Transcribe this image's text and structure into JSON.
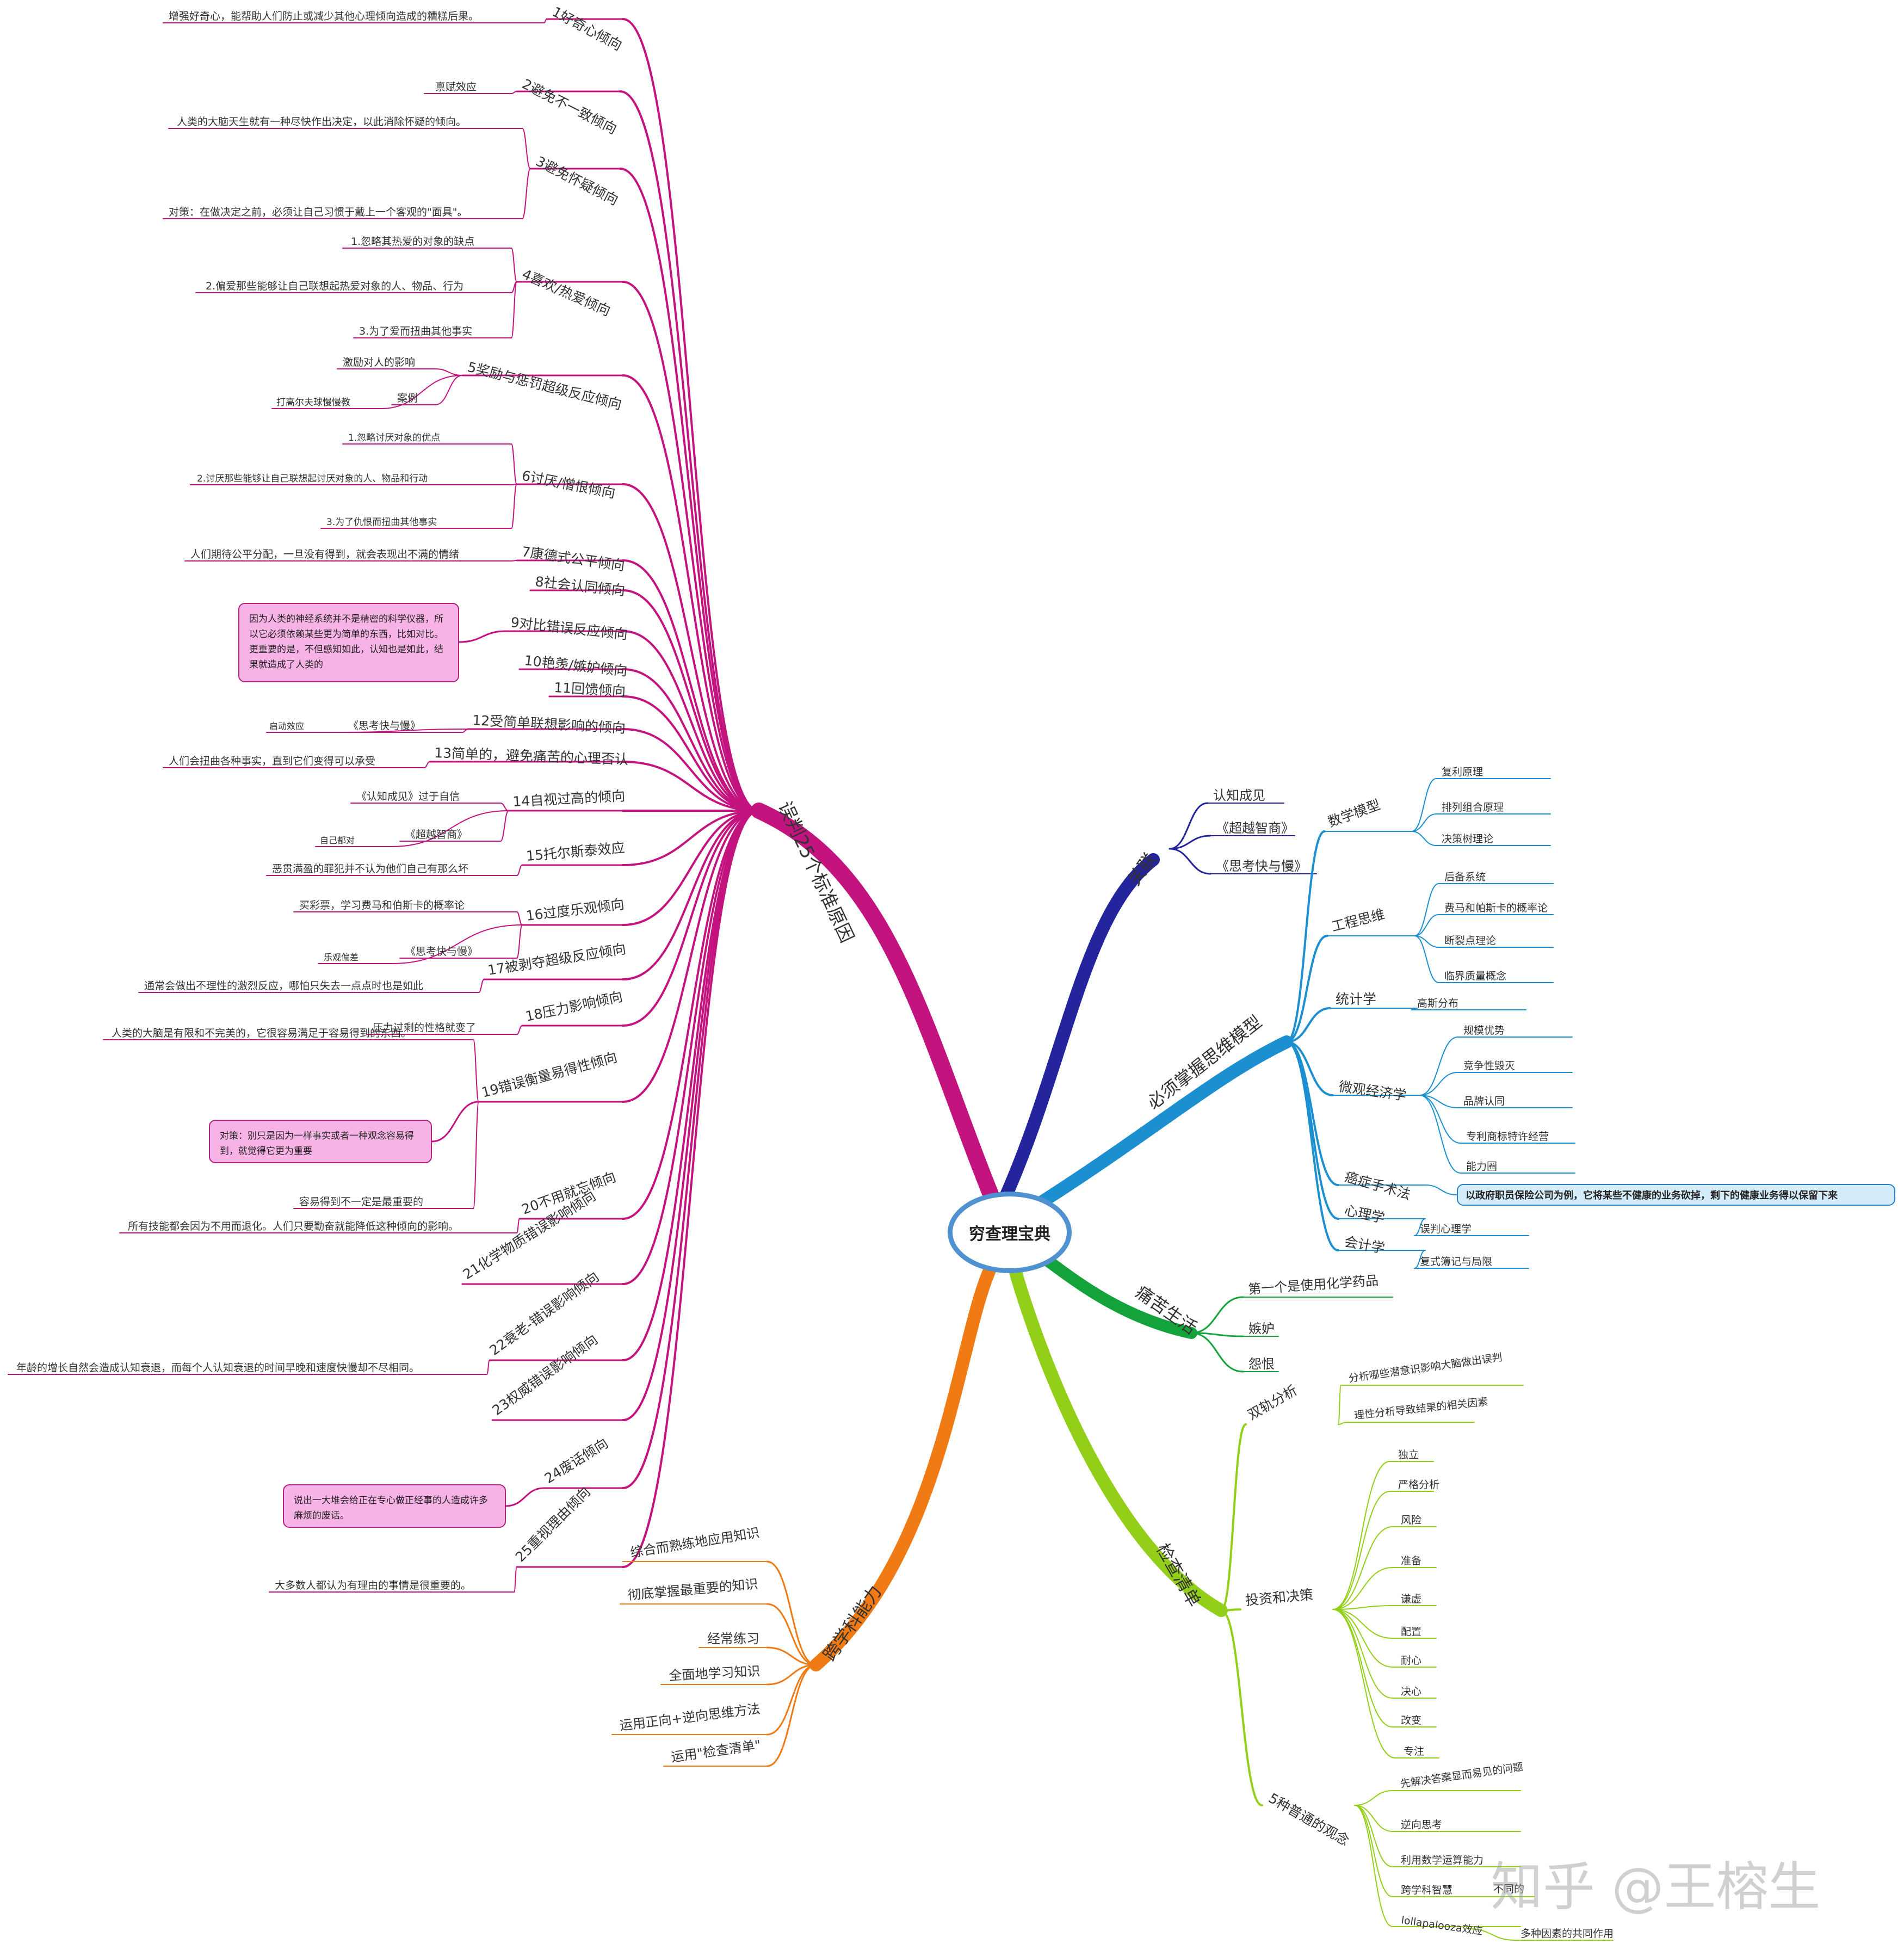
{
  "central": "穷查理宝典",
  "watermark": "知乎 @王榕生",
  "colors": {
    "misjudgment": "#c2137f",
    "guanlian": "#24249c",
    "models": "#1b8fd0",
    "pain": "#14a33a",
    "checklist": "#93cf19",
    "cross": "#f07a14"
  },
  "branches": {
    "misjudgment": {
      "title": "误判25个标准原因",
      "items": [
        {
          "label": "1好奇心倾向",
          "children": [
            "增强好奇心，能帮助人们防止或减少其他心理倾向造成的糟糕后果。"
          ]
        },
        {
          "label": "2避免不一致倾向",
          "children": [
            "禀赋效应"
          ]
        },
        {
          "label": "3避免怀疑倾向",
          "children": [
            "人类的大脑天生就有一种尽快作出决定，以此消除怀疑的倾向。",
            "对策：在做决定之前，必须让自己习惯于戴上一个客观的\"面具\"。"
          ]
        },
        {
          "label": "4喜欢/热爱倾向",
          "children": [
            "1.忽略其热爱的对象的缺点",
            "2.偏爱那些能够让自己联想起热爱对象的人、物品、行为",
            "3.为了爱而扭曲其他事实"
          ]
        },
        {
          "label": "5奖励与惩罚超级反应倾向",
          "children": [
            "激励对人的影响",
            "案例",
            "打高尔夫球慢慢教"
          ]
        },
        {
          "label": "6讨厌/憎恨倾向",
          "children": [
            "1.忽略讨厌对象的优点",
            "2.讨厌那些能够让自己联想起讨厌对象的人、物品和行动",
            "3.为了仇恨而扭曲其他事实"
          ]
        },
        {
          "label": "7康德式公平倾向",
          "children": [
            "人们期待公平分配，一旦没有得到，就会表现出不满的情绪"
          ]
        },
        {
          "label": "8社会认同倾向",
          "children": []
        },
        {
          "label": "9对比错误反应倾向",
          "children": [
            "因为人类的神经系统并不是精密的科学仪器，所以它必须依赖某些更为简单的东西，比如对比。更重要的是，不但感知如此，认知也是如此，结果就造成了人类的"
          ]
        },
        {
          "label": "10艳羡/嫉妒倾向",
          "children": []
        },
        {
          "label": "11回馈倾向",
          "children": []
        },
        {
          "label": "12受简单联想影响的倾向",
          "children": [
            "《思考快与慢》",
            "启动效应"
          ]
        },
        {
          "label": "13简单的，避免痛苦的心理否认",
          "children": [
            "人们会扭曲各种事实，直到它们变得可以承受"
          ]
        },
        {
          "label": "14自视过高的倾向",
          "children": [
            "《认知成见》过于自信",
            "《超越智商》",
            "自己都对"
          ]
        },
        {
          "label": "15托尔斯泰效应",
          "children": [
            "恶贯满盈的罪犯并不认为他们自己有那么坏"
          ]
        },
        {
          "label": "16过度乐观倾向",
          "children": [
            "买彩票，学习费马和伯斯卡的概率论",
            "《思考快与慢》",
            "乐观偏差"
          ]
        },
        {
          "label": "17被剥夺超级反应倾向",
          "children": [
            "通常会做出不理性的激烈反应，哪怕只失去一点点时也是如此"
          ]
        },
        {
          "label": "18压力影响倾向",
          "children": [
            "压力过剩的性格就变了"
          ]
        },
        {
          "label": "19错误衡量易得性倾向",
          "children": [
            "人类的大脑是有限和不完美的，它很容易满足于容易得到的东西。",
            "对策：别只是因为一样事实或者一种观念容易得到，就觉得它更为重要",
            "容易得到不一定是最重要的"
          ]
        },
        {
          "label": "20不用就忘倾向",
          "children": [
            "所有技能都会因为不用而退化。人们只要勤奋就能降低这种倾向的影响。"
          ]
        },
        {
          "label": "21化学物质错误影响倾向",
          "children": []
        },
        {
          "label": "22衰老-错误影响倾向",
          "children": [
            "年龄的增长自然会造成认知衰退，而每个人认知衰退的时间早晚和速度快慢却不尽相同。"
          ]
        },
        {
          "label": "23权威错误影响倾向",
          "children": []
        },
        {
          "label": "24废话倾向",
          "children": [
            "说出一大堆会给正在专心做正经事的人造成许多麻烦的废话。"
          ]
        },
        {
          "label": "25重视理由倾向",
          "children": [
            "大多数人都认为有理由的事情是很重要的。"
          ]
        }
      ]
    },
    "guanlian": {
      "title": "关联",
      "items": [
        "认知成见",
        "《超越智商》",
        "《思考快与慢》"
      ]
    },
    "models": {
      "title": "必须掌握思维模型",
      "items": [
        {
          "label": "数学模型",
          "children": [
            "复利原理",
            "排列组合原理",
            "决策树理论"
          ]
        },
        {
          "label": "工程思维",
          "children": [
            "后备系统",
            "费马和帕斯卡的概率论",
            "断裂点理论",
            "临界质量概念"
          ]
        },
        {
          "label": "统计学",
          "children": [
            "高斯分布"
          ]
        },
        {
          "label": "微观经济学",
          "children": [
            "规模优势",
            "竞争性毁灭",
            "品牌认同",
            "专利商标特许经营",
            "能力圈"
          ]
        },
        {
          "label": "癌症手术法",
          "children": [
            "以政府职员保险公司为例，它将某些不健康的业务砍掉，剩下的健康业务得以保留下来"
          ]
        },
        {
          "label": "心理学",
          "children": [
            "误判心理学"
          ]
        },
        {
          "label": "会计学",
          "children": [
            "复式簿记与局限"
          ]
        }
      ]
    },
    "pain": {
      "title": "痛苦生活",
      "items": [
        "第一个是使用化学药品",
        "嫉妒",
        "怨恨"
      ]
    },
    "checklist": {
      "title": "检查清单",
      "items": [
        {
          "label": "双轨分析",
          "children": [
            "分析哪些潜意识影响大脑做出误判",
            "理性分析导致结果的相关因素"
          ]
        },
        {
          "label": "投资和决策",
          "children": [
            "独立",
            "严格分析",
            "风险",
            "准备",
            "谦虚",
            "配置",
            "耐心",
            "决心",
            "改变",
            "专注"
          ]
        },
        {
          "label": "5种普通的观念",
          "children": [
            "先解决答案显而易见的问题",
            "逆向思考",
            "利用数学运算能力",
            "跨学科智慧",
            "lollapalooza效应"
          ]
        }
      ],
      "extra": [
        "不同的",
        "多种因素的共同作用"
      ]
    },
    "cross": {
      "title": "跨学科能力",
      "items": [
        "综合而熟练地应用知识",
        "彻底掌握最重要的知识",
        "经常练习",
        "全面地学习知识",
        "运用正向+逆向思维方法",
        "运用\"检查清单\""
      ]
    }
  }
}
